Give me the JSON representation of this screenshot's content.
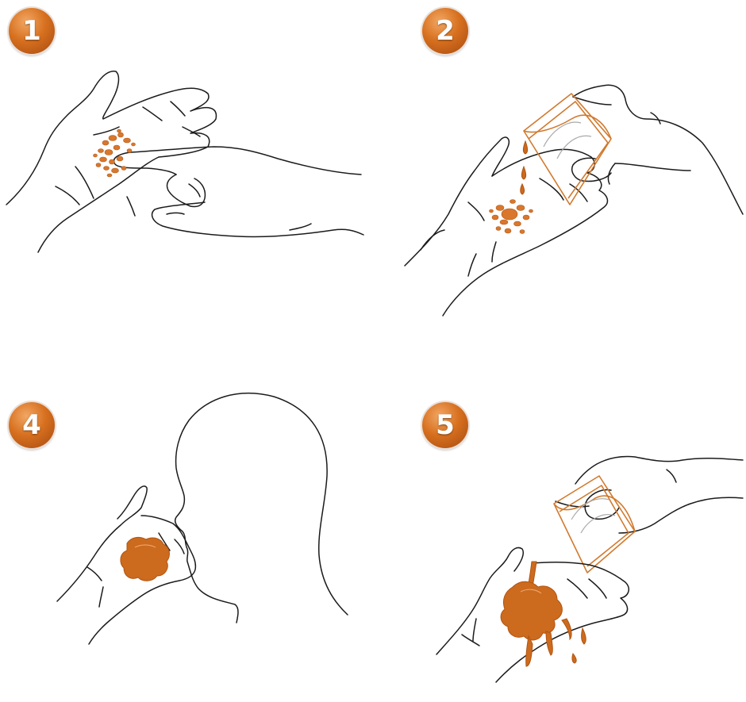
{
  "colors": {
    "accent": "#d7701f",
    "powder": "#d9772c",
    "paste": "#cc6a1e",
    "outline": "#1b1b1b"
  },
  "steps": [
    {
      "number": "1",
      "icon": "powder-in-palm"
    },
    {
      "number": "2",
      "icon": "water-poured-into-palm"
    },
    {
      "number": "4",
      "icon": "paste-held-to-face"
    },
    {
      "number": "5",
      "icon": "rinse-with-water"
    }
  ]
}
